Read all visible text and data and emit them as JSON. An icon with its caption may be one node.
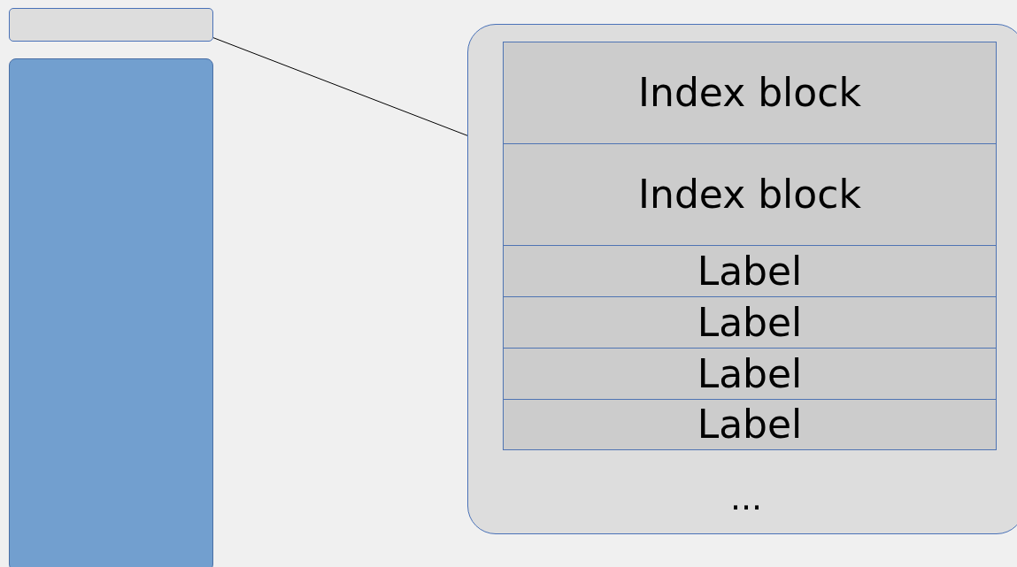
{
  "diagram": {
    "nodes": [
      {
        "text": [],
        "shape": "box"
      },
      {
        "text": [],
        "shape": "box"
      },
      {
        "text": [
          "..."
        ]
      },
      {
        "text": [
          "Index block"
        ],
        "in": 2
      },
      {
        "text": [
          "Index block"
        ],
        "in": 2
      },
      {
        "text": [
          "Label"
        ],
        "in": 2
      },
      {
        "text": [
          "Label"
        ],
        "in": 2
      },
      {
        "text": [
          "Label"
        ],
        "in": 2
      },
      {
        "text": [
          "Label"
        ],
        "in": 2
      }
    ],
    "edges": [
      {
        "from": 0,
        "to": 2,
        "arrow": "none"
      }
    ]
  }
}
